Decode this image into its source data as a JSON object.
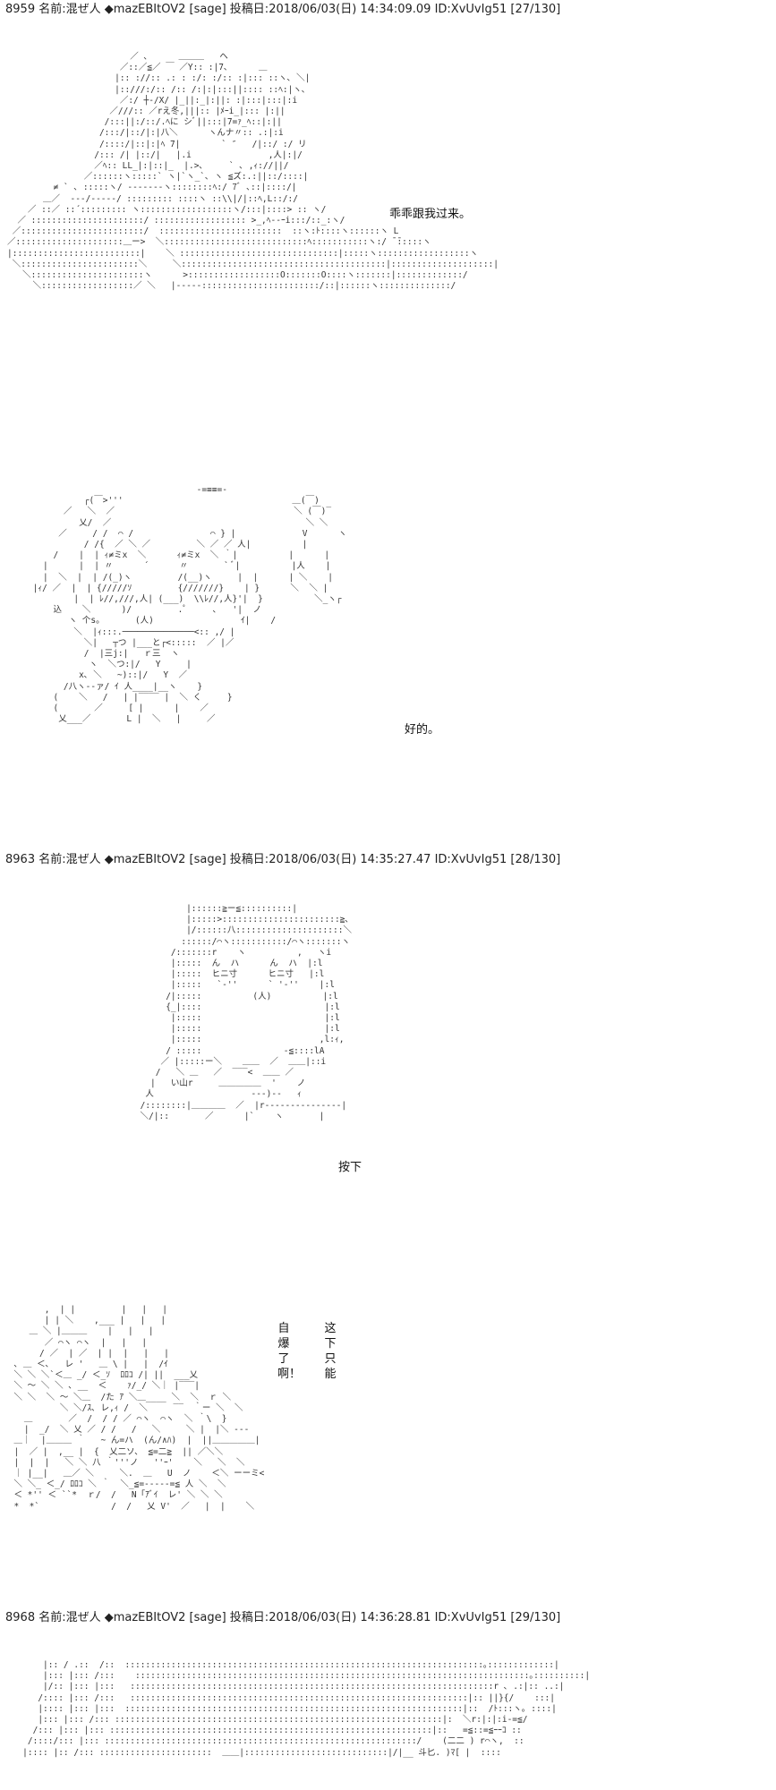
{
  "posts": [
    {
      "header": "8959 名前:混ぜ人 ◆mazEBItOV2 [sage] 投稿日:2018/06/03(日) 14:34:09.09 ID:XvUvIg51 [27/130]"
    },
    {
      "header": "8963 名前:混ぜ人 ◆mazEBItOV2 [sage] 投稿日:2018/06/03(日) 14:35:27.47 ID:XvUvIg51 [28/130]"
    },
    {
      "header": "8968 名前:混ぜ人 ◆mazEBItOV2 [sage] 投稿日:2018/06/03(日) 14:36:28.81 ID:XvUvIg51 [29/130]"
    }
  ],
  "captions": {
    "c1": "乖乖跟我过来。",
    "c2": "好的。",
    "c3": "按下",
    "c4_col1": "自爆了啊！",
    "c4_col2": "这下只能"
  },
  "ascii_art": {
    "a1": "                        ／ ､      ＿＿＿   ヘ\n                      ／::／≦／ ￣ ／Y:: :|7､      ＿\n                     |:: ://:: .: : :/: :/:: :|::: ::ヽ､ ＼|\n                     |::///:/:: /:: /:|:|:::||:::: ::ﾍ:|ヽ､\n                      ／:/ ┼-/X/ |_||:_|:||: :|:::|:::|:i\n                    ／///:: ／rえ冬,|||:: |ﾒｰi_|::: |:||\n                   /:::||:/::/.ﾍに シﾞ||:::|7=ｧ_ﾍ::|:||\n                  /:::/|::/|:|八＼      ヽんナ〃:: .:|:i\n                  /::::/|::|:|ﾍ 7|        ` ″   /|::/ :/ リ\n                 /::: /| |::/|   |.i               ,人|:|/\n                 ／ﾍ:: LL_|:|::|_  |.>､     ` ､ ,ｨ://||/\n               ／::::::ヽ:::::` ヽ|`ヽ_`､ ヽ ≦ズ:.:||::/::::|\n         ≠ ` ､ :::::ヽ/ ‐‐‐‐‐‐‐ヽ::::::::ﾍ:/ 7ﾞ ､::|::::/|\n       ＿／  ---/-----/ ::::::::: ::::ヽ ::\\\\|/|::ﾍ,L::/:/\n    ／ ::／ ::´::::::::: ヽ::::::::::::::::::ヽ/:::|::::> :: ヽ/\n  ／ ::::::::::::::::::::::/ :::::::::::::::::: >_,ﾍ--ｰi:::/::_:ヽ/\n ／::::::::::::::::::::::::/  ::::::::::::::::::::::::  ::ヽ:ﾄ::::ヽ::::::ヽ L\n／:::::::::::::::::::::＿ー>  ＼::::::::::::::::::::::::::::ﾍ:::::::::::ヽ:/ ̄ ̄:::::ヽ\n|:::::::::::::::::::::::::|    ＼ :::::::::::::::::::::::::::::::|:::::ヽ::::::::::::::::::ヽ\n ＼:::::::::::::::::::::::＼     ＼::::::::::::::::::::::::::::::::::::::::|::::::::::::::::::::|\n   ＼::::::::::::::::::::::ヽ      >::::::::::::::::::O:::::::O::::ヽ:::::::|:::::::::::::/\n     ＼::::::::::::::::::／ ＼   |‐‐‐‐‐:::::::::::::::::::::::/::|::::::ヽ::::::::::::::/",
    "a2": "                                     -=≡≡=-\n               ┌(￣>'''                                 ＿(￣)\n           ／   ＼  ／                                   ＼ (￣)‾\n              乂/  ／                                      ＼ ＼\n          ／     / /  ⌒ /               ⌒ } |             V      ヽ\n               / /{  ／ ＼ ／         ＼ ／ ／ 人|          |\n         /    |  | ｨ≠ミx  ＼      ｨ≠ミx  ＼ ｀|          |      |\n       |      |  | 〃      ´      〃       ` ﾞ|          |人    |\n       |  ＼  |  | /(_)ヽ         /(__)ヽ     |  |      | ＼    |\n     |ｨ/ ／  |  | {/////ｿ         {///////}    | }      ＼  ＼ |\n             |  | ﾚ//,///,人| (___)  \\\\ﾚ//,人}'|  }          ＼_ヽ┌\n         込    ＼      )/         .ﾟ     ､   '|  ノ\n            ヽ 个s。      (人)                 ｲ|    /\n             ＼  |ｨ:::.──────────────<:: ,/ |\n               ＼|   ┬つ |___と┌<:::::  ／ |／\n               /  |三j:|   ｒ三  ヽ\n                ヽ  ＼つ:|/   Y     |\n              x､ ＼   ~)::|/   Y  ／\n           /八ヽ‐‐ァ/ ｲ 人____|__ヽ    }\n         (    ＼   /   | |‾‾‾‾ |  ＼ く     }\n         (       ／     [ |      |    ／\n          乂___／       L |  ＼   |     ／",
    "a3": "              |::::::≧ー≦::::::::::|\n              |:::::>:::::::::::::::::::::::≧､\n              |/::::::八:::::::::::::::::::::＼\n             ::::::/⌒ヽ:::::::::::/⌒ヽ:::::::ヽ\n           /:::::::r    ヽ          ,   ヽi\n           |:::::  ん  ハ      ん  ハ  |:l\n           |:::::  ヒニ寸      ヒニ寸   |:l\n           |:::::   `‐''      ` '‐''    |:l\n          /|:::::          (人)          |:l\n          {_|::::                        |:l\n           |:::::                        |:l\n           |:::::                        |:l\n           |:::::                       ,l:ｨ,\n          / :::::                ‐≦::::lA\n         ／ |:::::ー＼    ＿＿  ／  ＿＿|::i\n        /   ＼ ＿   ／  ‾‾‾<  ＿＿ ／\n       |   い山r     ＿＿＿＿＿  '    ノ\n      人                   ‐‐-)-‐   ｨ\n     /::::::::|＿＿＿＿  ／  |r‐‐‐‐‐‐‐‐‐‐‐‐‐‐‐|\n     ＼/|::       ／      |`    ヽ       |",
    "a4": "        ,  | |         |   |   |\n        | | ＼    ,___ |   |   |\n     ＿ ＼ |＿＿＿    |   |   |\n        ／ ⌒ヽ ⌒ヽ  |   |   |\n       / ／  | ／  | |  |   |   |\n  ､ ＿ ＜､   レ '   ＿ \\ |   |  /ｲ\n  ＼ ＼ ＼`＜＿ _/ ＜_ｿ  ﾛﾛｺ /| ||  ___乂\n  ＼ ～ ＼ ＼ ､ __  ＜    ｧ/_/ ＼｜ |‾‾‾|\n  ＼ ＼  ＼ ～ ＼＿  /た ｱ ＼＿____ ＼  ＼  ｒ ＼\n           ＼ ＼/ｽ､ レ,ｨ /  ＼     ‾‾  ｀ー ＼  ＼\n    ＿       ／  /  / / ／ ⌒ヽ  ⌒ヽ  ＼ ｀\\  }\n    |  _/  ＼ 乂 ／ / /   /   ＼     ＼ |  |＼ ‐‐‐\n  ＿｜  |＿＿＿ ｀   ~ ん=ハ  (ん/∧ﾊ)  |  ||＿＿＿＿＿|\n  |  ／ |  ,__ |  {  乂二ソ、 ≦=二≧  || ／＼＼\n  |  |  |   ＼ ＼ 八 ｀'''ノ   ''ｰ'    ＼   ＼  ＼\n  ｜ |__|   ＿／ ＼     ＼.  ＿   U  ノ    ＜＼ ーーミ<\n  ＼ ＼_ ＜_/ ﾛﾛｺ ＼ ｀  ＼_≦=-----=≦ 人 ＼  ＼\n  ＜ *'' ＜ ``*  ｒ/  /   N「ｱﾞｲ  レ' ＼ ＼ ＼\n  *  *`              /  /   乂 V'  ／   |  |    ＼",
    "a5": "       |:: / .::  /::  ::::::::::::::::::::::::::::::::::::::::::::::::::::::::::::::::::::::｡:::::::::::::|\n       |::: |::: /:::    :::::::::::::::::::::::::::::::::::::::::::::::::::::::::::::::::::::::::::::｡::::::::::|\n       |/:: |::: |:::   :::::::::::::::::::::::::::::::::::::::::::::::::::::::::::::::::::::::r ､ .:|:: ..:|\n      /:::: |::: /:::   ::::::::::::::::::::::::::::::::::::::::::::::::::::::::::::::::::|:: ||}{/    :::|\n      |:::: |::: |:::  ::::::::::::::::::::::::::::::::::::::::::::::::::::::::::::::::::|::  /ﾄ:::ヽ｡ ::::|\n      |::: |::: /::: ::::::::::::::::::::::::::::::::::::::::::::::::::::::::::::::::|:  ＼r:|:|:i-=≦/\n     /::: |::: |::: :::::::::::::::::::::::::::::::::::::::::::::::::::::::::::::::|::   =≦::=≦ｰｰｺ ::\n    /::::/::: |::: :::::::::::::::::::::::::::::::::::::::::::::::::::::::::::::/    (二二 ) r⌒ヽ,  ::\n   |:::: |:: /::: ::::::::::::::::::::::  ＿＿|::::::::::::::::::::::::::::|/|__ 斗匕. )ﾏ[ |  ::::"
  }
}
